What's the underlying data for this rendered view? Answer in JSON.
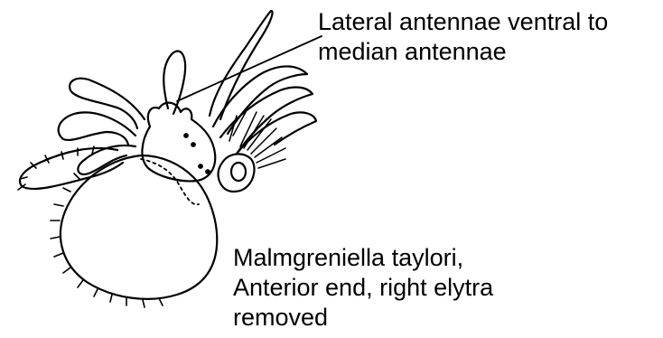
{
  "annotation": {
    "lines": [
      "Lateral antennae ventral to",
      "median antennae"
    ]
  },
  "caption": {
    "lines": [
      "Malmgreniella taylori,",
      "Anterior end, right elytra",
      "removed"
    ]
  },
  "colors": {
    "ink": "#000000",
    "background": "#ffffff"
  }
}
